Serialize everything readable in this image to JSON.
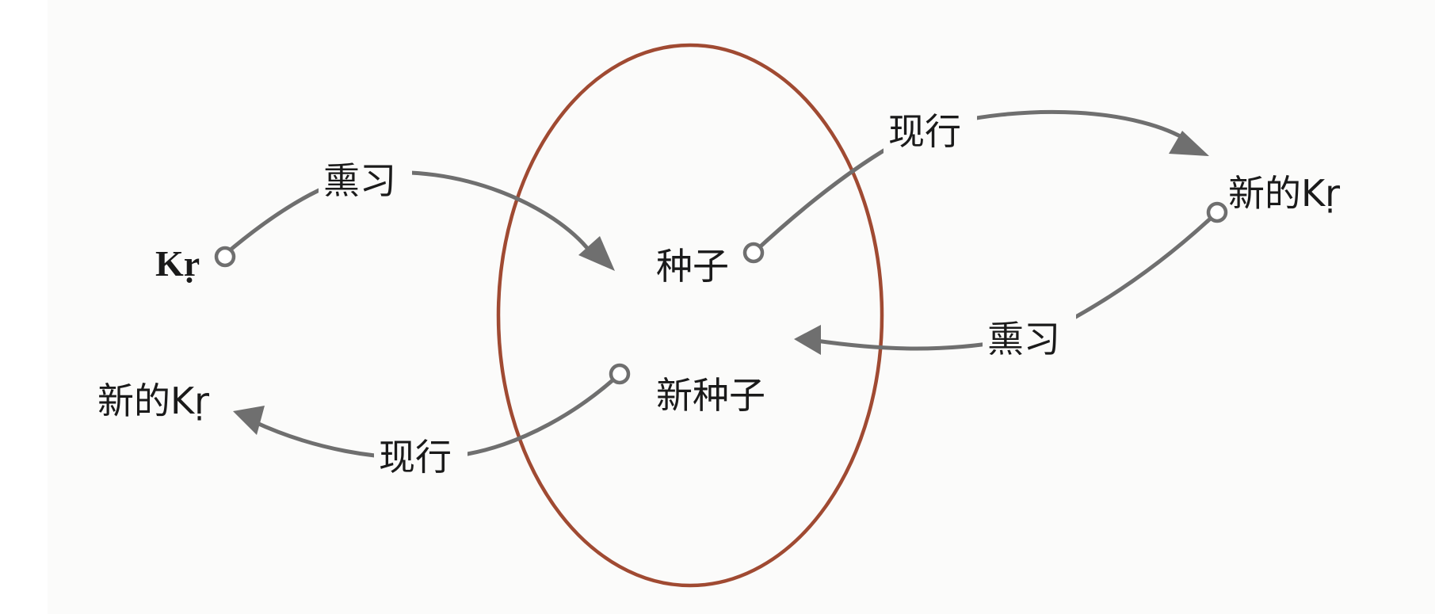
{
  "colors": {
    "background": "#fbfbfa",
    "ellipse": "#a04a32",
    "arrow": "#6f6f6f",
    "text": "#1a1a1a"
  },
  "center": {
    "seed": "种子",
    "new_seed": "新种子"
  },
  "left": {
    "kr": "Kṛ",
    "new_kr": "新的Kṛ",
    "xunxi": "熏习",
    "xianxing": "现行"
  },
  "right": {
    "new_kr": "新的Kṛ",
    "xianxing": "现行",
    "xunxi": "熏习"
  }
}
